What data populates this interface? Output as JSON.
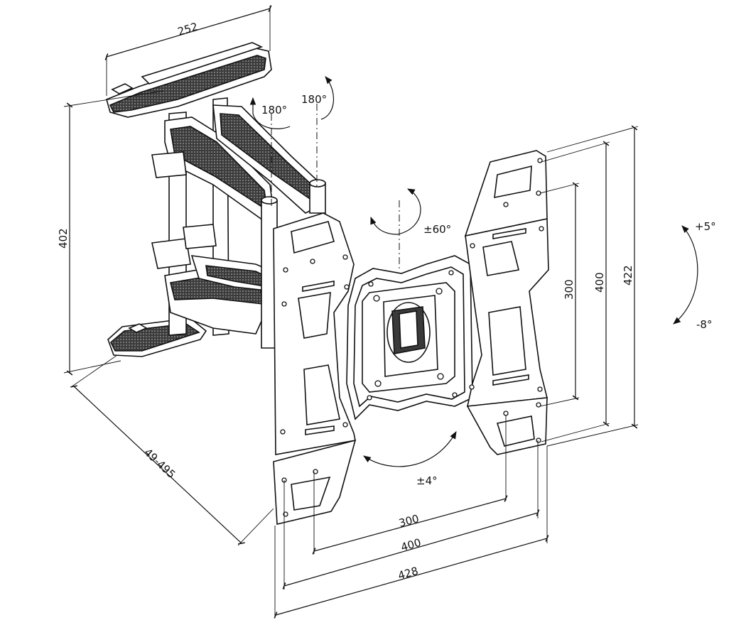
{
  "colors": {
    "line": "#111111",
    "background": "#ffffff",
    "mesh_fill": "#3a3a3a"
  },
  "dimensions": {
    "plate_width": "252",
    "wall_height": "402",
    "extension": "49-495",
    "vesa_h_300": "300",
    "vesa_h_400": "400",
    "overall_width": "428",
    "vesa_v_300": "300",
    "vesa_v_400": "400",
    "overall_height": "422"
  },
  "rotations": {
    "arm_swivel_1": "180°",
    "arm_swivel_2": "180°",
    "head_swivel": "±60°",
    "tilt_up": "+5°",
    "tilt_down": "-8°",
    "rotation_level": "±4°"
  }
}
